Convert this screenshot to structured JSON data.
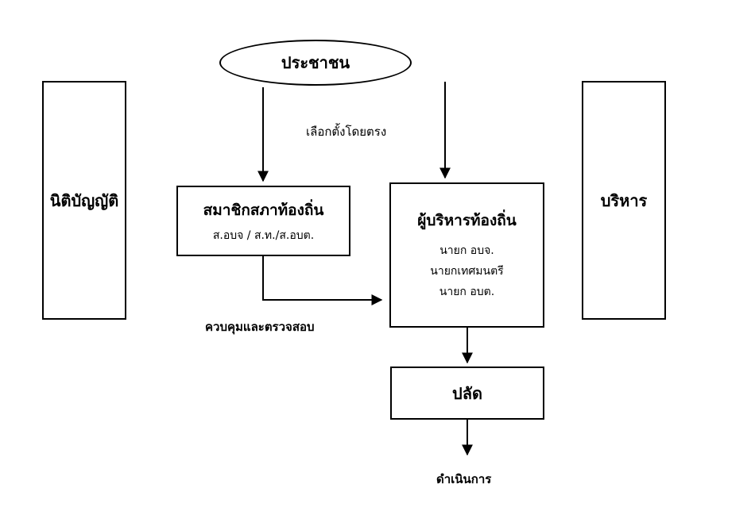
{
  "nodes": {
    "people": "ประชาชน",
    "legislative": "นิติบัญญัติ",
    "executive": "บริหาร",
    "council": {
      "title": "สมาชิกสภาท้องถิ่น",
      "subtitle": "ส.อบจ / ส.ท./ส.อบต."
    },
    "administrator": {
      "title": "ผู้บริหารท้องถิ่น",
      "lines": [
        "นายก อบจ.",
        "นายกเทศมนตรี",
        "นายก อบต."
      ]
    },
    "clerk": "ปลัด"
  },
  "labels": {
    "direct_vote": "เลือกตั้งโดยตรง",
    "control": "ควบคุมและตรวจสอบ",
    "operate": "ดำเนินการ"
  }
}
